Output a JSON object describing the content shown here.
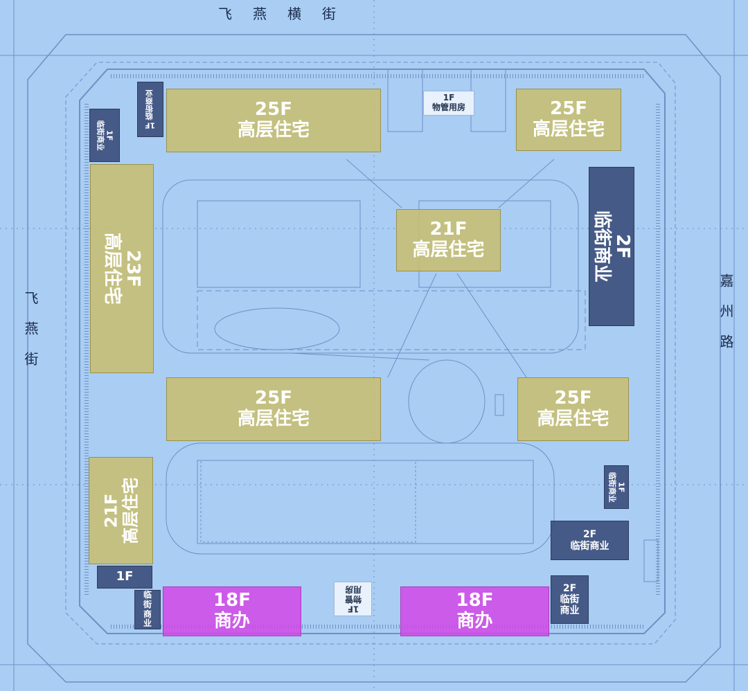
{
  "streets": {
    "north": "飞燕横街",
    "west": "飞燕街",
    "east": "嘉州路"
  },
  "buildings": {
    "res_n1": {
      "floors": "25F",
      "use": "高层住宅"
    },
    "res_ne": {
      "floors": "25F",
      "use": "高层住宅"
    },
    "res_c": {
      "floors": "21F",
      "use": "高层住宅"
    },
    "res_w": {
      "floors": "23F",
      "use": "高层住宅"
    },
    "res_s1": {
      "floors": "25F",
      "use": "高层住宅"
    },
    "res_s2": {
      "floors": "25F",
      "use": "高层住宅"
    },
    "res_sw": {
      "floors": "21F",
      "use": "高层住宅"
    },
    "com_e": {
      "floors": "2F",
      "use": "临街商业"
    },
    "com_nw1": {
      "floors": "1F",
      "use": "临街商业"
    },
    "com_nw2": {
      "floors": "1F",
      "use": "临街商业"
    },
    "com_e_small": {
      "floors": "1F",
      "use": "临街商业"
    },
    "com_se1": {
      "floors": "2F",
      "use": "临街商业"
    },
    "com_se2": {
      "floors": "2F",
      "use": "临街商业"
    },
    "com_sw_1f": {
      "floors": "1F",
      "use": ""
    },
    "com_sw_shop": {
      "floors": "",
      "use": "临街商业"
    },
    "off_1": {
      "floors": "18F",
      "use": "商办"
    },
    "off_2": {
      "floors": "18F",
      "use": "商办"
    },
    "svc_n": {
      "floors": "1F",
      "use": "物管用房"
    },
    "svc_s": {
      "floors": "1F",
      "use": "物管用房"
    }
  },
  "colors": {
    "background": "#a9cdf3",
    "residential": "#c8be6e",
    "commercial": "#3a4e7a",
    "office": "#d246e6",
    "service": "#ebf2fc"
  }
}
